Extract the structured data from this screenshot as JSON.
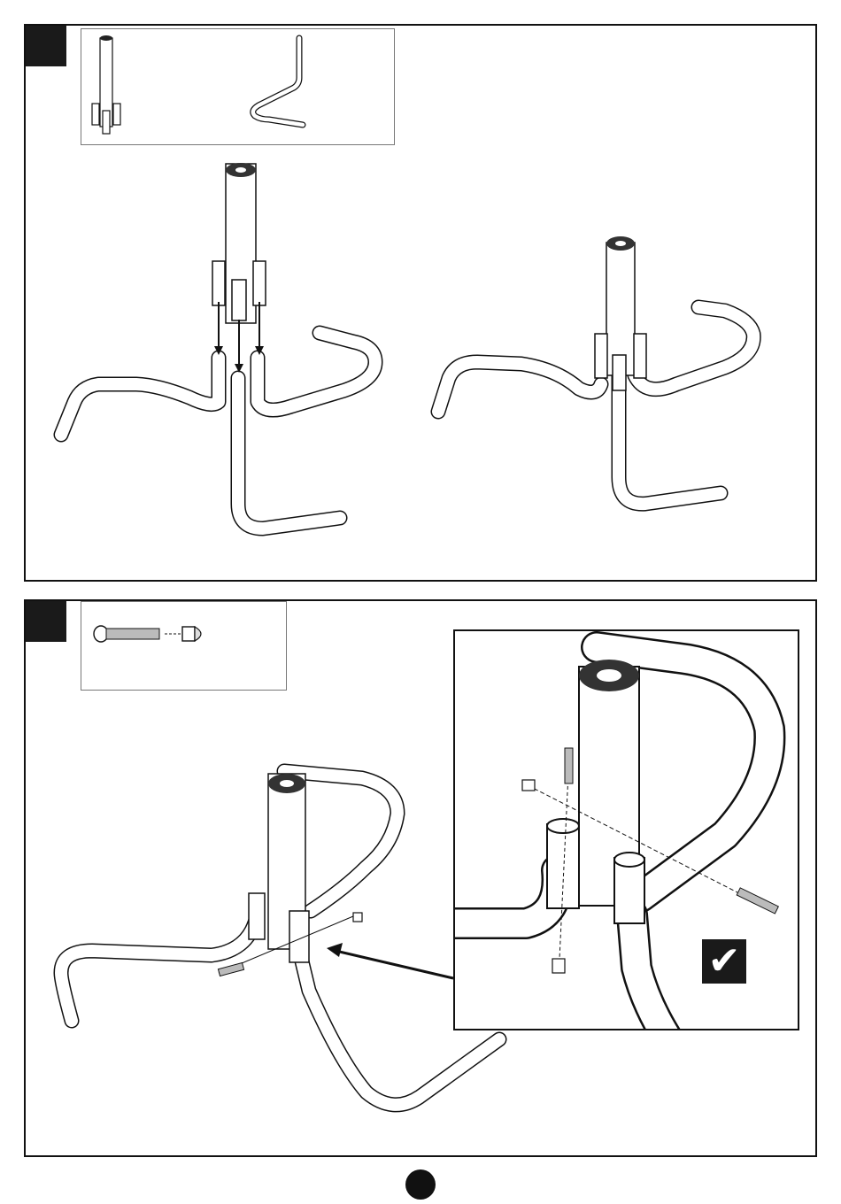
{
  "page": {
    "steps": [
      {
        "id": "step-1",
        "parts": [
          {
            "icon": "center-hub-tube-icon"
          },
          {
            "icon": "bent-leg-tube-icon"
          }
        ],
        "illustrations": [
          "leg-insertion-exploded-view",
          "assembled-base-view"
        ]
      },
      {
        "id": "step-2",
        "parts": [
          {
            "icon": "bolt-icon"
          },
          {
            "icon": "acorn-nut-icon"
          }
        ],
        "illustrations": [
          "base-bolting-view",
          "bolt-detail-view"
        ],
        "detail_mark": "✔"
      }
    ],
    "colors": {
      "ink": "#111111",
      "badge": "#1a1a1a",
      "frame": "#777777"
    }
  }
}
